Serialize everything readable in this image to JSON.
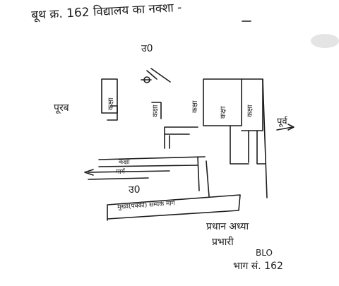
{
  "document": {
    "title": "बूथ क्र. 162 विद्यालय का नक्शा -",
    "compass": {
      "north_label": "उ0"
    },
    "labels": {
      "top_center": "उ0",
      "middle_center": "उ0",
      "west_side": "पूरब",
      "east_side": "पूर्व",
      "road_upper": "कक्षा",
      "road_lower": "मार्ग",
      "block_left": "कक्षा",
      "block_mid": "कक्षा",
      "block_right_a": "कक्षा",
      "block_right_b": "कक्षा",
      "block_right_c": "कक्षा",
      "boundary_road": "मुख्य(पक्की) सम्पर्क मार्ग"
    },
    "signature": {
      "line1": "प्रधान अध्या",
      "line2": "प्रभारी",
      "line3": "BLO",
      "line4": "भाग सं. 162"
    },
    "colors": {
      "ink": "#1d1d1f",
      "paper": "#ffffff",
      "smudge": "#d8d8d8"
    }
  }
}
